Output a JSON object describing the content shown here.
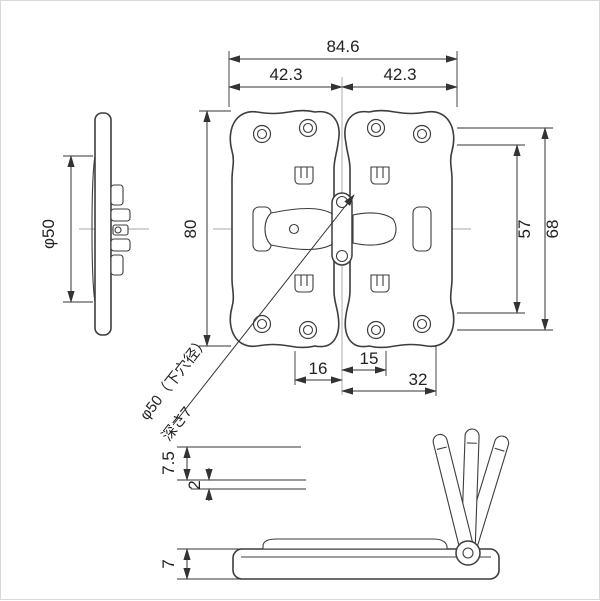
{
  "drawing_title": "hinge-technical-drawing",
  "colors": {
    "ink": "#3d3d3d",
    "dimension": "#333333",
    "centerline": "#8a8a8a",
    "background": "#ffffff"
  },
  "dims": {
    "total": "84.6",
    "half_left": "42.3",
    "half_right": "42.3",
    "height": "80",
    "right_inner": "57",
    "right_outer": "68",
    "bottom_inner_left": "16",
    "bottom_inner_right": "15",
    "bottom_outer_right": "32",
    "side_diameter": "φ50",
    "hole_note_line1": "φ50（下穴径）",
    "hole_note_line2": "深さ7",
    "front_open_height": "7.5",
    "front_offset": "2",
    "front_base_thickness": "7"
  }
}
